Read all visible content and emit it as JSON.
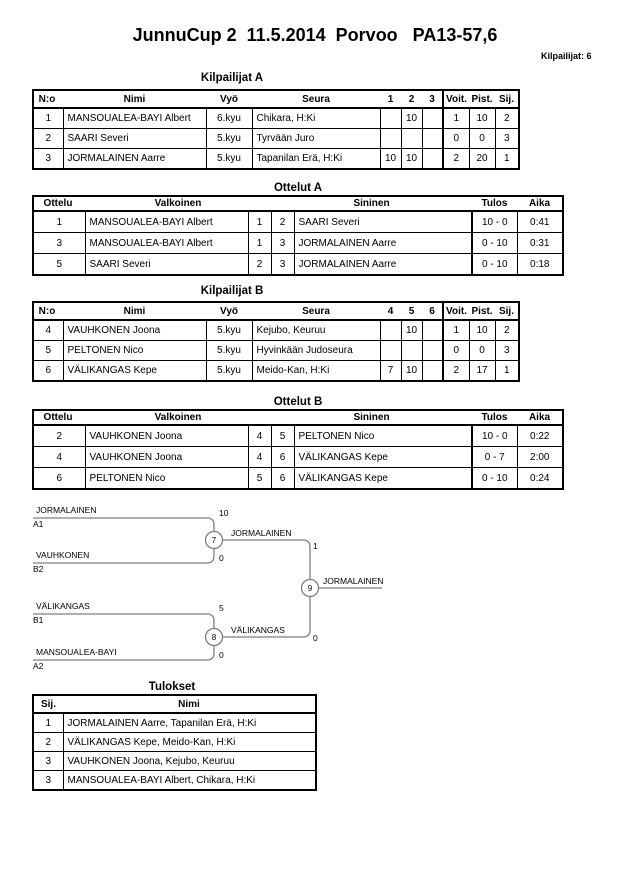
{
  "page": {
    "title": "JunnuCup 2  11.5.2014  Porvoo   PA13-57,6",
    "participants_label": "Kilpailijat: 6"
  },
  "kilpailijat_a": {
    "heading": "Kilpailijat A",
    "col_headers": [
      "N:o",
      "Nimi",
      "Vyö",
      "Seura",
      "1",
      "2",
      "3",
      "Voit.",
      "Pist.",
      "Sij."
    ],
    "rows": [
      [
        "1",
        "MANSOUALEA-BAYI Albert",
        "6.kyu",
        "Chikara, H:Ki",
        "",
        "10",
        "",
        "1",
        "10",
        "2"
      ],
      [
        "2",
        "SAARI Severi",
        "5.kyu",
        "Tyrvään Juro",
        "",
        "",
        "",
        "0",
        "0",
        "3"
      ],
      [
        "3",
        "JORMALAINEN Aarre",
        "5.kyu",
        "Tapanilan Erä, H:Ki",
        "10",
        "10",
        "",
        "2",
        "20",
        "1"
      ]
    ]
  },
  "ottelut_a": {
    "heading": "Ottelut A",
    "col_headers": [
      "Ottelu",
      "Valkoinen",
      "Sininen",
      "Tulos",
      "Aika"
    ],
    "rows": [
      [
        "1",
        "MANSOUALEA-BAYI Albert",
        "1",
        "2",
        "SAARI Severi",
        "10 - 0",
        "0:41"
      ],
      [
        "3",
        "MANSOUALEA-BAYI Albert",
        "1",
        "3",
        "JORMALAINEN Aarre",
        "0 - 10",
        "0:31"
      ],
      [
        "5",
        "SAARI Severi",
        "2",
        "3",
        "JORMALAINEN Aarre",
        "0 - 10",
        "0:18"
      ]
    ]
  },
  "kilpailijat_b": {
    "heading": "Kilpailijat B",
    "col_headers": [
      "N:o",
      "Nimi",
      "Vyö",
      "Seura",
      "4",
      "5",
      "6",
      "Voit.",
      "Pist.",
      "Sij."
    ],
    "rows": [
      [
        "4",
        "VAUHKONEN Joona",
        "5.kyu",
        "Kejubo, Keuruu",
        "",
        "10",
        "",
        "1",
        "10",
        "2"
      ],
      [
        "5",
        "PELTONEN Nico",
        "5.kyu",
        "Hyvinkään Judoseura",
        "",
        "",
        "",
        "0",
        "0",
        "3"
      ],
      [
        "6",
        "VÄLIKANGAS Kepe",
        "5.kyu",
        "Meido-Kan, H:Ki",
        "7",
        "10",
        "",
        "2",
        "17",
        "1"
      ]
    ]
  },
  "ottelut_b": {
    "heading": "Ottelut B",
    "col_headers": [
      "Ottelu",
      "Valkoinen",
      "Sininen",
      "Tulos",
      "Aika"
    ],
    "rows": [
      [
        "2",
        "VAUHKONEN Joona",
        "4",
        "5",
        "PELTONEN Nico",
        "10 - 0",
        "0:22"
      ],
      [
        "4",
        "VAUHKONEN Joona",
        "4",
        "6",
        "VÄLIKANGAS Kepe",
        "0 - 7",
        "2:00"
      ],
      [
        "6",
        "PELTONEN Nico",
        "5",
        "6",
        "VÄLIKANGAS Kepe",
        "0 - 10",
        "0:24"
      ]
    ]
  },
  "bracket": {
    "a1": {
      "name": "JORMALAINEN",
      "seed": "A1",
      "score": "10"
    },
    "b2": {
      "name": "VAUHKONEN",
      "seed": "B2",
      "score": "0"
    },
    "semi1": {
      "match_no": "7",
      "winner": "JORMALAINEN",
      "score": "1"
    },
    "b1": {
      "name": "VÄLIKANGAS",
      "seed": "B1",
      "score": "5"
    },
    "a2": {
      "name": "MANSOUALEA-BAYI",
      "seed": "A2",
      "score": "0"
    },
    "semi2": {
      "match_no": "8",
      "winner": "VÄLIKANGAS",
      "score": "0"
    },
    "final": {
      "match_no": "9",
      "winner": "JORMALAINEN"
    }
  },
  "tulokset": {
    "heading": "Tulokset",
    "col_headers": [
      "Sij.",
      "Nimi"
    ],
    "rows": [
      [
        "1",
        "JORMALAINEN Aarre, Tapanilan Erä, H:Ki"
      ],
      [
        "2",
        "VÄLIKANGAS Kepe, Meido-Kan, H:Ki"
      ],
      [
        "3",
        "VAUHKONEN Joona, Kejubo, Keuruu"
      ],
      [
        "3",
        "MANSOUALEA-BAYI Albert, Chikara, H:Ki"
      ]
    ]
  }
}
